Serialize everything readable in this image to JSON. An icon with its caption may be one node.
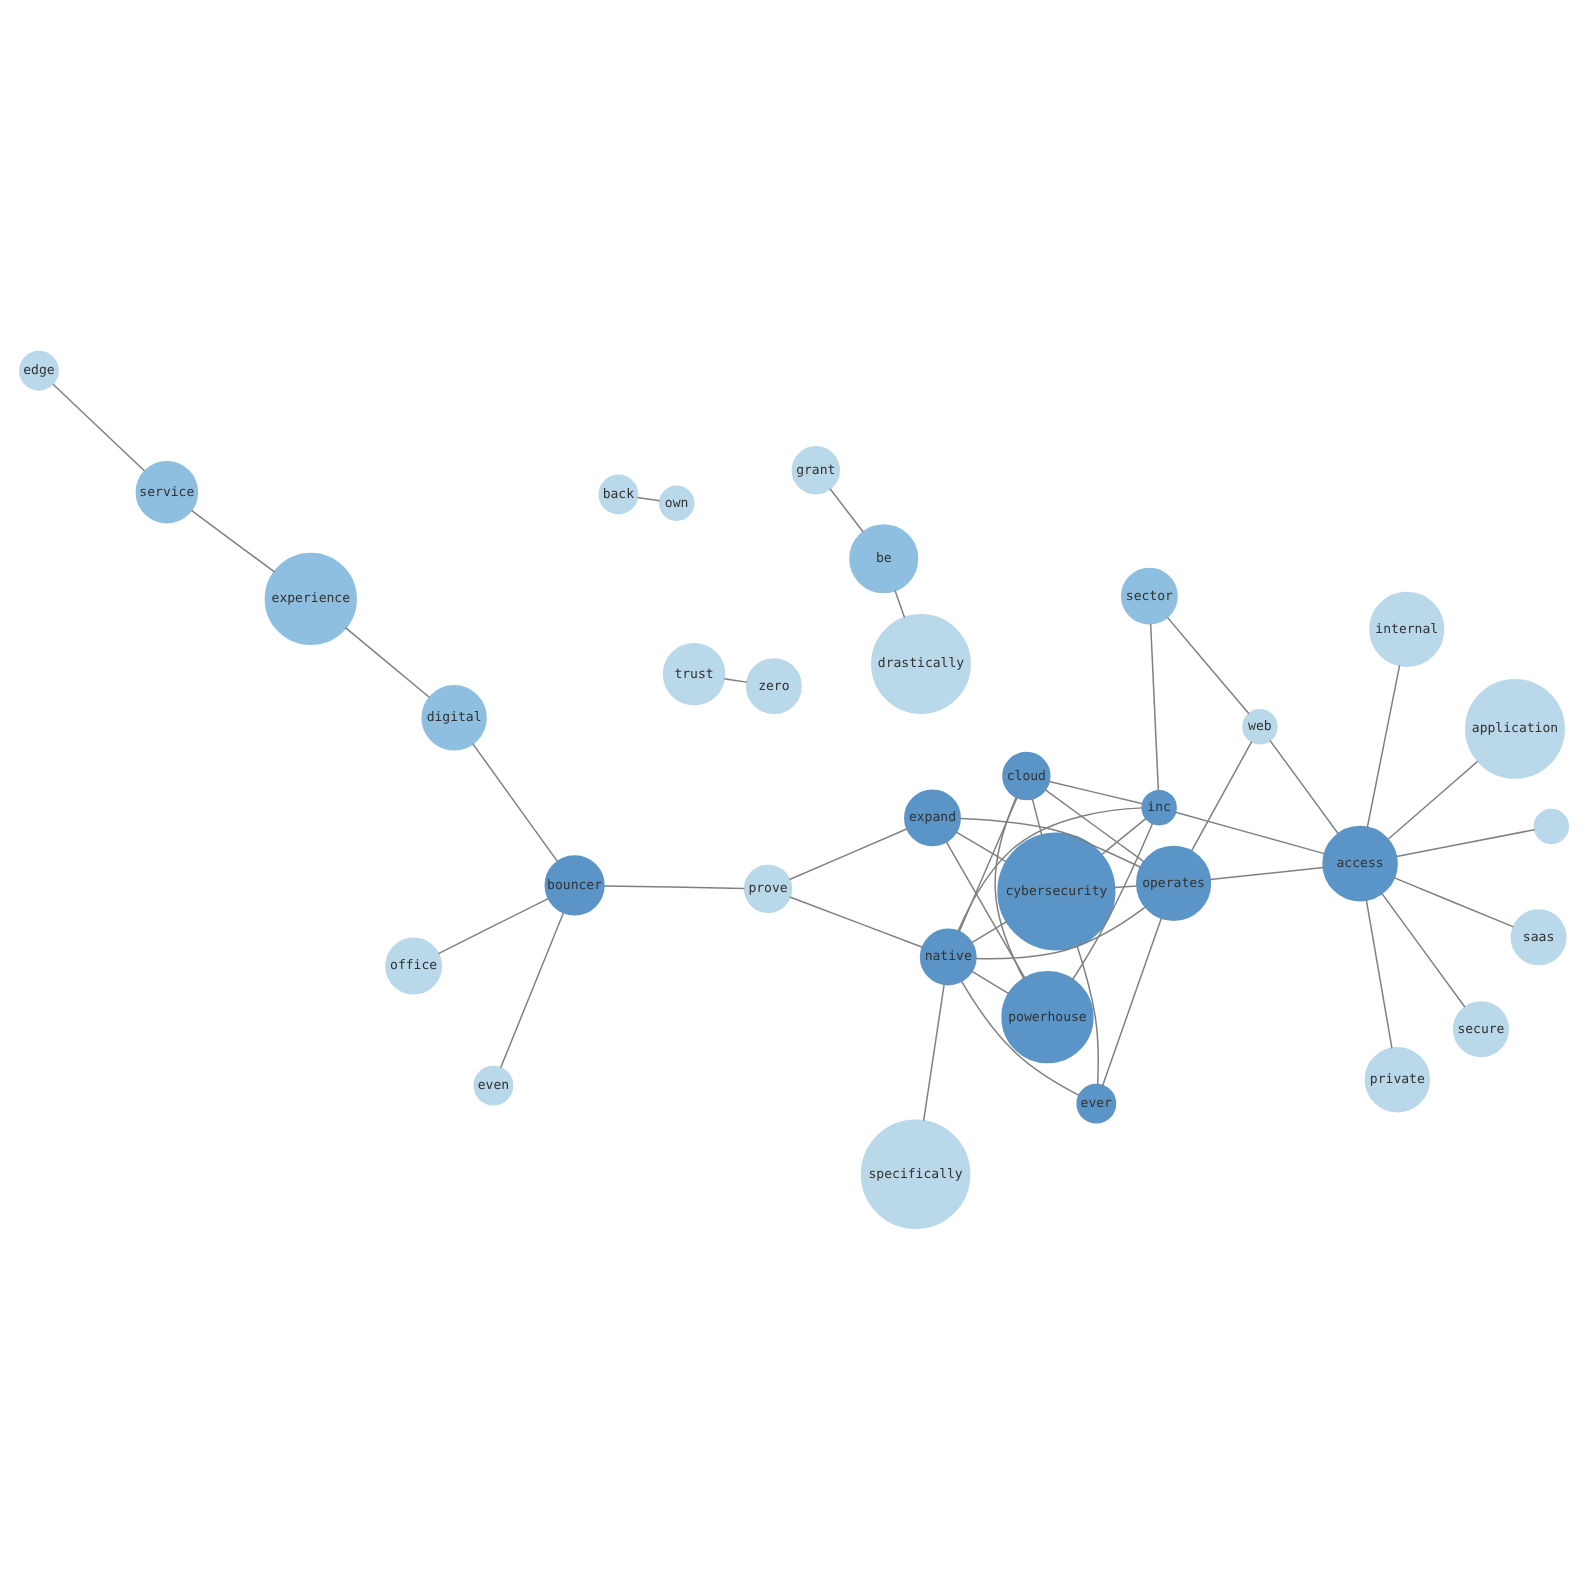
{
  "diagram": {
    "nodes": [
      {
        "text": [
          "grant"
        ]
      },
      {
        "text": [
          "be"
        ]
      },
      {
        "text": [
          "private"
        ]
      },
      {
        "text": [
          "experience"
        ]
      },
      {
        "text": [
          "specifically"
        ]
      },
      {
        "text": [
          "back"
        ]
      },
      {
        "text": [
          "sector"
        ]
      },
      {
        "text": [
          "web"
        ]
      },
      {
        "text": [
          "office"
        ]
      },
      {
        "text": [
          "trust"
        ]
      },
      {
        "text": [
          "drastically"
        ]
      },
      {
        "text": [
          "digital"
        ]
      },
      {
        "text": [
          "cybersecurity"
        ]
      },
      {
        "text": [
          "bouncer"
        ]
      },
      {
        "text": [
          "even"
        ]
      },
      {
        "text": [
          "powerhouse"
        ]
      },
      {
        "text": [
          "operates"
        ]
      },
      {
        "text": [],
        "shape": "circle"
      },
      {
        "text": [
          "ever"
        ]
      },
      {
        "text": [
          "expand"
        ]
      },
      {
        "text": [
          "access"
        ]
      },
      {
        "text": [
          "saas"
        ]
      },
      {
        "text": [
          "zero"
        ]
      },
      {
        "text": [
          "service"
        ]
      },
      {
        "text": [
          "prove"
        ]
      },
      {
        "text": [
          "internal"
        ]
      },
      {
        "text": [
          "inc"
        ]
      },
      {
        "text": [
          "native"
        ]
      },
      {
        "text": [
          "edge"
        ]
      },
      {
        "text": [
          "cloud"
        ]
      },
      {
        "text": [
          "application"
        ]
      },
      {
        "text": [
          "own"
        ]
      },
      {
        "text": [
          "secure"
        ]
      }
    ],
    "edges": [
      {
        "from": 1,
        "to": 0,
        "arrow": "none"
      },
      {
        "from": 1,
        "to": 10,
        "arrow": "none"
      },
      {
        "from": 2,
        "to": 20,
        "arrow": "none"
      },
      {
        "from": 3,
        "to": 11,
        "arrow": "none"
      },
      {
        "from": 3,
        "to": 23,
        "arrow": "none"
      },
      {
        "from": 4,
        "to": 27,
        "arrow": "none"
      },
      {
        "from": 5,
        "to": 31,
        "arrow": "none"
      },
      {
        "from": 6,
        "to": 26,
        "arrow": "none"
      },
      {
        "from": 6,
        "to": 7,
        "arrow": "none"
      },
      {
        "from": 7,
        "to": 20,
        "arrow": "none"
      },
      {
        "from": 7,
        "to": 16,
        "arrow": "none"
      },
      {
        "from": 8,
        "to": 13,
        "arrow": "none"
      },
      {
        "from": 11,
        "to": 13,
        "arrow": "none"
      },
      {
        "from": 13,
        "to": 14,
        "arrow": "none"
      },
      {
        "from": 13,
        "to": 24,
        "arrow": "none"
      },
      {
        "from": 9,
        "to": 22,
        "arrow": "none"
      },
      {
        "from": 12,
        "to": 16,
        "arrow": "none"
      },
      {
        "from": 12,
        "to": 18,
        "arrow": "none"
      },
      {
        "from": 12,
        "to": 19,
        "arrow": "none"
      },
      {
        "from": 12,
        "to": 27,
        "arrow": "none"
      },
      {
        "from": 12,
        "to": 29,
        "arrow": "none"
      },
      {
        "from": 12,
        "to": 26,
        "arrow": "none"
      },
      {
        "from": 15,
        "to": 19,
        "arrow": "none"
      },
      {
        "from": 15,
        "to": 27,
        "arrow": "none"
      },
      {
        "from": 15,
        "to": 29,
        "arrow": "none"
      },
      {
        "from": 15,
        "to": 26,
        "arrow": "none"
      },
      {
        "from": 17,
        "to": 20,
        "arrow": "none"
      },
      {
        "from": 20,
        "to": 21,
        "arrow": "none"
      },
      {
        "from": 20,
        "to": 25,
        "arrow": "none"
      },
      {
        "from": 20,
        "to": 30,
        "arrow": "none"
      },
      {
        "from": 20,
        "to": 32,
        "arrow": "none"
      },
      {
        "from": 20,
        "to": 26,
        "arrow": "none"
      },
      {
        "from": 20,
        "to": 16,
        "arrow": "none"
      },
      {
        "from": 23,
        "to": 28,
        "arrow": "none"
      },
      {
        "from": 26,
        "to": 27,
        "arrow": "none"
      },
      {
        "from": 26,
        "to": 29,
        "arrow": "none"
      },
      {
        "from": 27,
        "to": 29,
        "arrow": "none"
      },
      {
        "from": 27,
        "to": 16,
        "arrow": "none"
      },
      {
        "from": 27,
        "to": 18,
        "arrow": "none"
      },
      {
        "from": 27,
        "to": 24,
        "arrow": "none"
      },
      {
        "from": 24,
        "to": 19,
        "arrow": "none"
      },
      {
        "from": 16,
        "to": 29,
        "arrow": "none"
      },
      {
        "from": 16,
        "to": 18,
        "arrow": "none"
      },
      {
        "from": 16,
        "to": 19,
        "arrow": "none"
      }
    ]
  }
}
